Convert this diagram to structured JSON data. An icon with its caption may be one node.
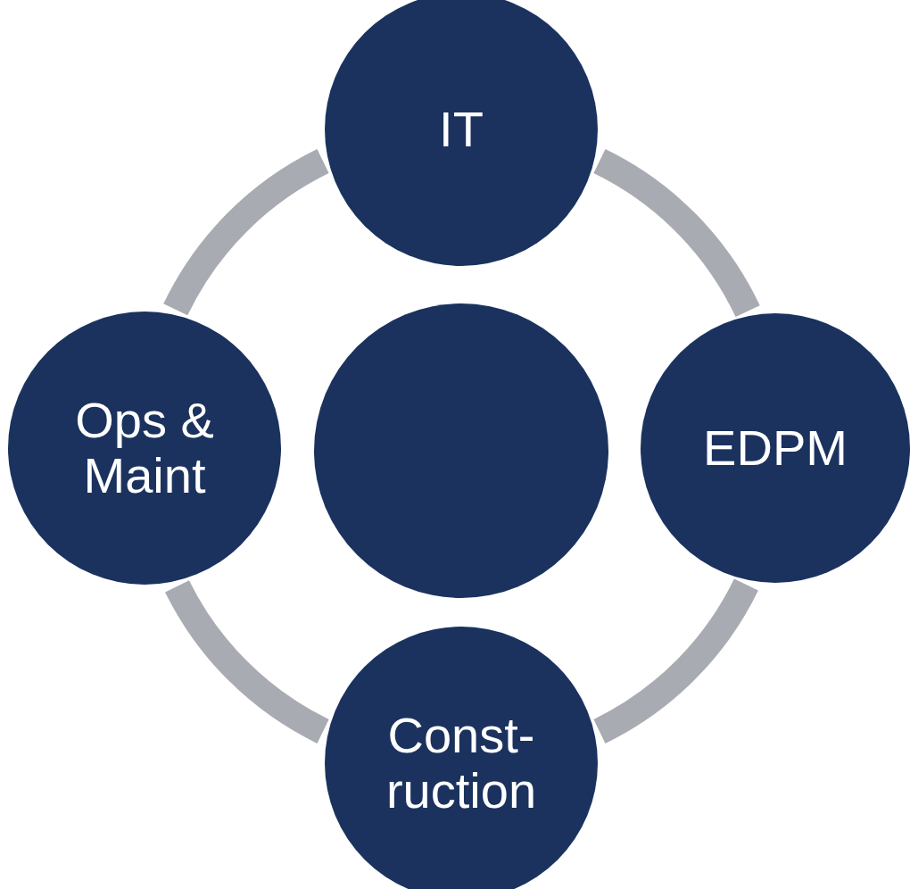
{
  "diagram": {
    "nodes": [
      {
        "text": [],
        "shape": "circle"
      },
      {
        "text": [
          "IT"
        ]
      },
      {
        "text": [
          "EDPM"
        ]
      },
      {
        "text": [
          "Const- ruction"
        ]
      },
      {
        "text": [
          "Ops & Maint"
        ]
      }
    ],
    "edges": [
      {
        "from": 1,
        "to": 2,
        "arrow": "none"
      },
      {
        "from": 2,
        "to": 3,
        "arrow": "none"
      },
      {
        "from": 3,
        "to": 4,
        "arrow": "none"
      },
      {
        "from": 4,
        "to": 1,
        "arrow": "none"
      }
    ]
  }
}
